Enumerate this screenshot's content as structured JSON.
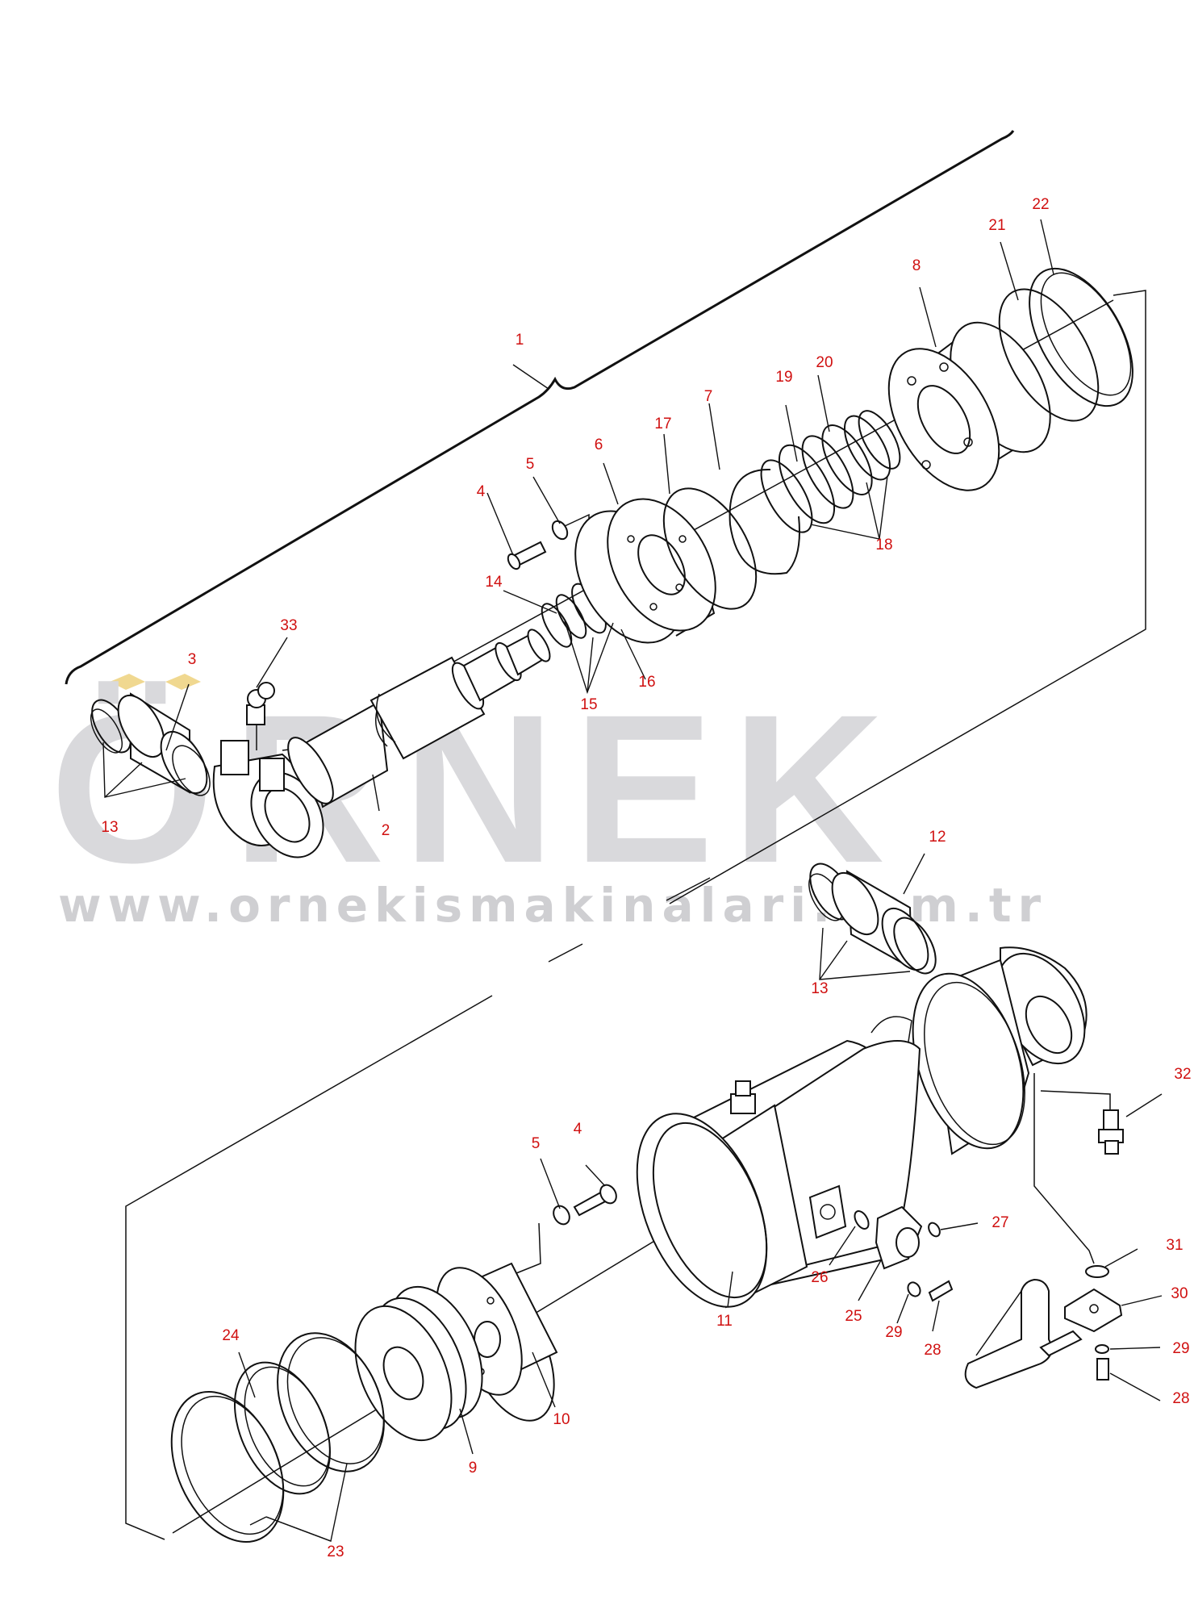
{
  "watermark": {
    "brand": "ÖRNEK",
    "url": "www.ornekismakinalari.com.tr",
    "brand_color": "#d9d9dc",
    "accent_color": "#f0d890"
  },
  "callout_color": "#d01010",
  "callouts": {
    "c1": "1",
    "c2": "2",
    "c3": "3",
    "c4_top": "4",
    "c5_top": "5",
    "c6": "6",
    "c7": "7",
    "c8": "8",
    "c9": "9",
    "c10": "10",
    "c11": "11",
    "c12": "12",
    "c13_top": "13",
    "c13_bottom": "13",
    "c14": "14",
    "c15": "15",
    "c16": "16",
    "c17": "17",
    "c18": "18",
    "c19": "19",
    "c20": "20",
    "c21": "21",
    "c22": "22",
    "c23": "23",
    "c24": "24",
    "c25": "25",
    "c26": "26",
    "c27": "27",
    "c28_a": "28",
    "c28_b": "28",
    "c29_a": "29",
    "c29_b": "29",
    "c30": "30",
    "c31": "31",
    "c32": "32",
    "c33": "33",
    "c4_bottom": "4",
    "c5_bottom": "5"
  }
}
